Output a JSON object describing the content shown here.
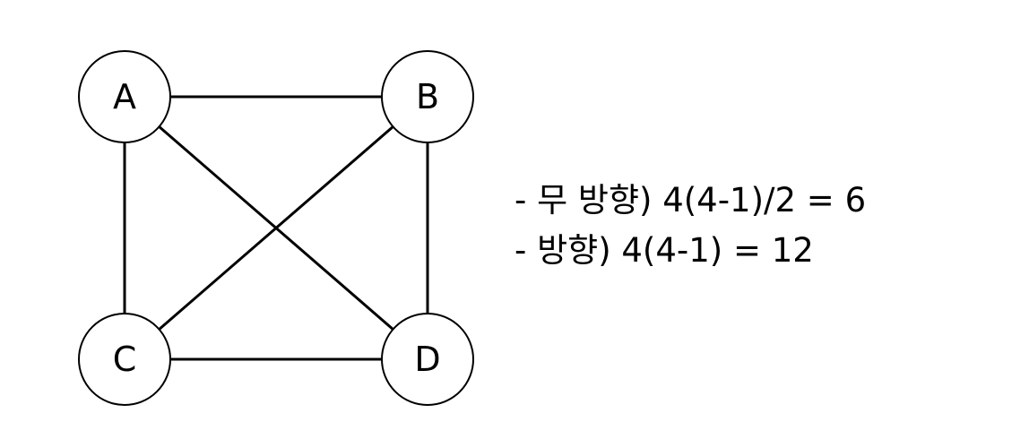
{
  "graph": {
    "nodes": [
      {
        "id": "A",
        "label": "A"
      },
      {
        "id": "B",
        "label": "B"
      },
      {
        "id": "C",
        "label": "C"
      },
      {
        "id": "D",
        "label": "D"
      }
    ],
    "edges": [
      [
        "A",
        "B"
      ],
      [
        "A",
        "C"
      ],
      [
        "A",
        "D"
      ],
      [
        "B",
        "C"
      ],
      [
        "B",
        "D"
      ],
      [
        "C",
        "D"
      ]
    ],
    "colors": {
      "stroke": "#000000",
      "fill": "#ffffff"
    }
  },
  "formulas": {
    "undirected": "- 무 방향) 4(4-1)/2 = 6",
    "directed": "- 방향) 4(4-1) = 12"
  }
}
